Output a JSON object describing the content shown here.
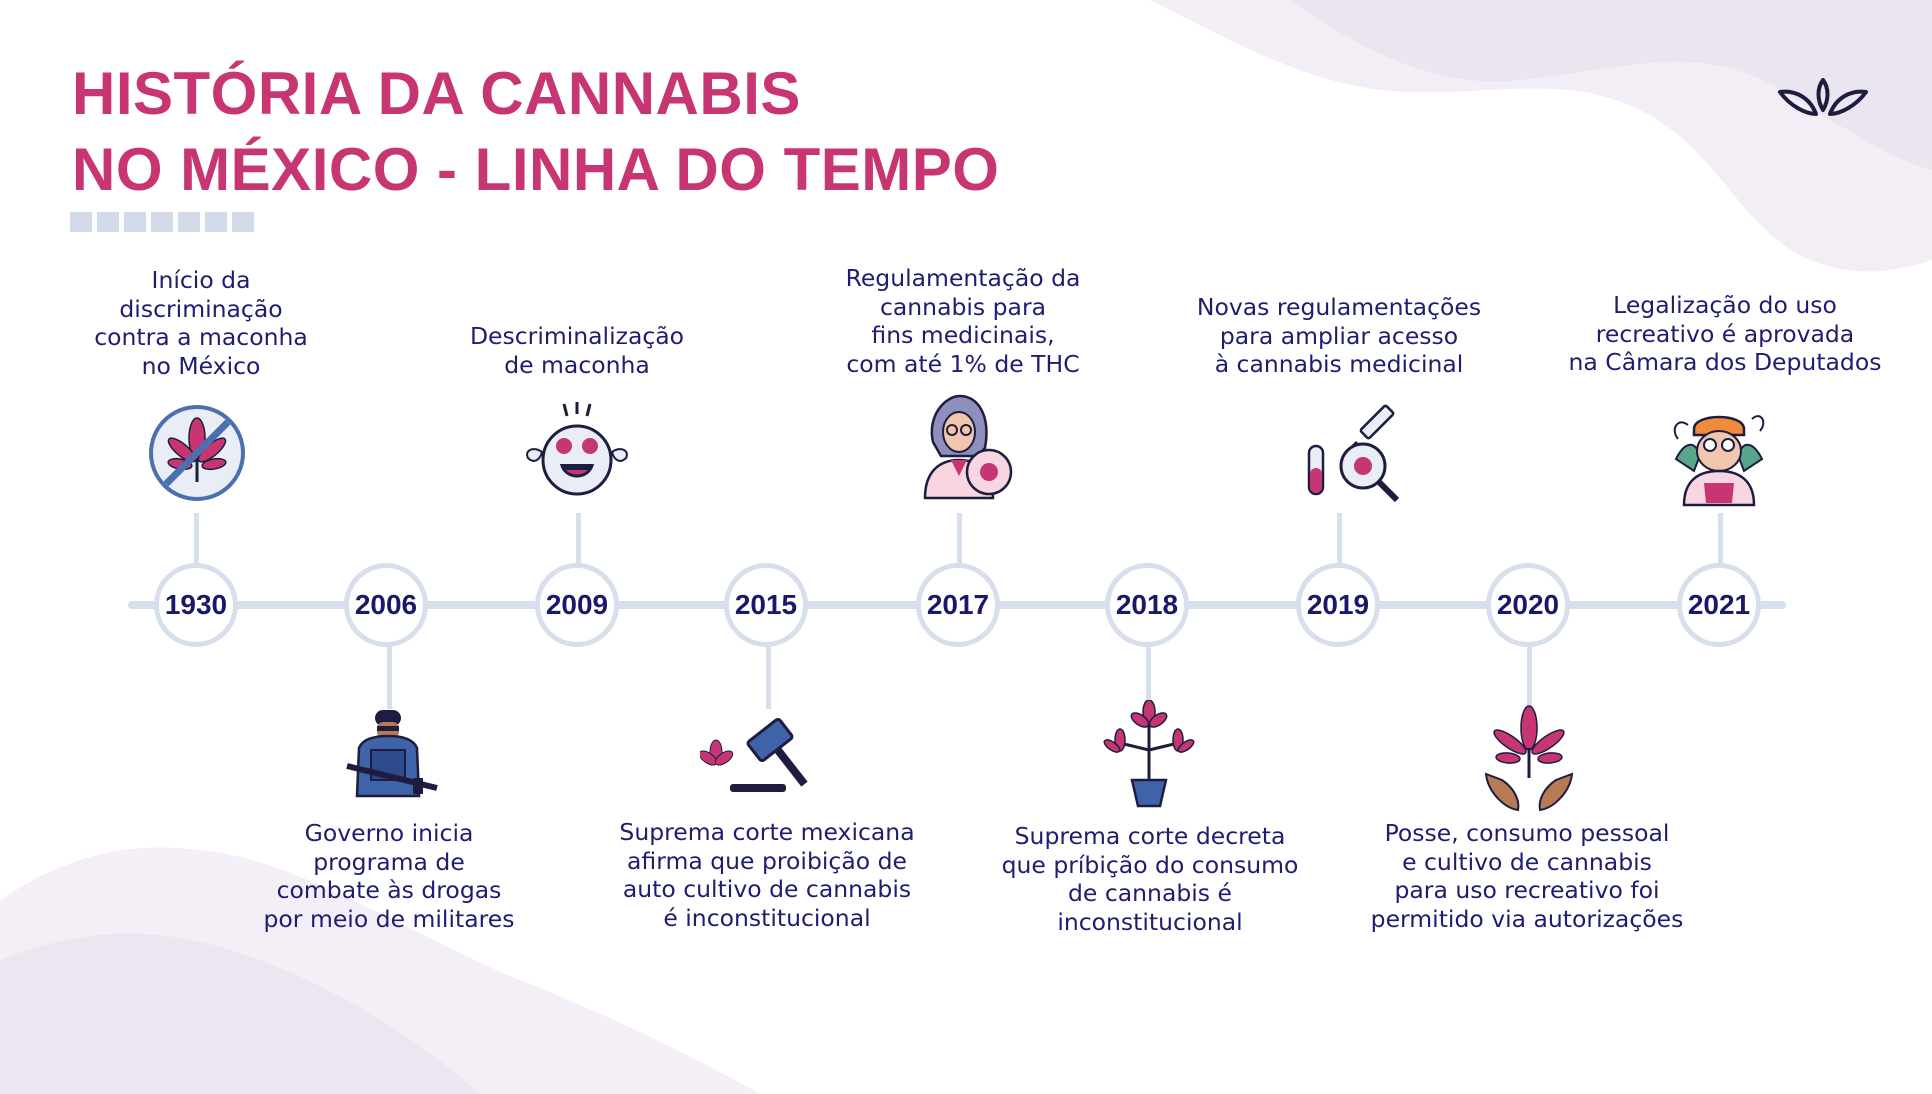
{
  "title": {
    "line1": "HISTÓRIA DA CANNABIS",
    "line2": "NO MÉXICO - LINHA DO TEMPO"
  },
  "colors": {
    "accent": "#c73572",
    "navy": "#1e1d6f",
    "line": "#d7deec",
    "leaf": "#c73572",
    "blue": "#3f63a8"
  },
  "events": [
    {
      "year": "1930",
      "text": "Início da\ndiscriminação\ncontra a maconha\nno México",
      "icon": "no-cannabis-icon"
    },
    {
      "year": "2006",
      "text": "Governo inicia\nprograma de\ncombate às drogas\npor meio de militares",
      "icon": "soldier-icon"
    },
    {
      "year": "2009",
      "text": "Descriminalização\nde maconha",
      "icon": "happy-face-icon"
    },
    {
      "year": "2015",
      "text": "Suprema corte mexicana\nafirma que proibição de\nauto cultivo de cannabis\né inconstitucional",
      "icon": "gavel-icon"
    },
    {
      "year": "2017",
      "text": "Regulamentação da\ncannabis para\nfins medicinais,\ncom até 1% de THC",
      "icon": "doctor-icon"
    },
    {
      "year": "2018",
      "text": "Suprema corte decreta\nque príbição do consumo\nde cannabis é\ninconstitucional",
      "icon": "potted-plant-icon"
    },
    {
      "year": "2019",
      "text": "Novas regulamentações\npara ampliar acesso\nà cannabis medicinal",
      "icon": "lab-research-icon"
    },
    {
      "year": "2020",
      "text": "Posse, consumo pessoal\ne cultivo de cannabis\npara uso recreativo foi\npermitido via autorizações",
      "icon": "hands-leaf-icon"
    },
    {
      "year": "2021",
      "text": "Legalização do uso\nrecreativo é aprovada\nna Câmara dos Deputados",
      "icon": "smoker-icon"
    }
  ]
}
